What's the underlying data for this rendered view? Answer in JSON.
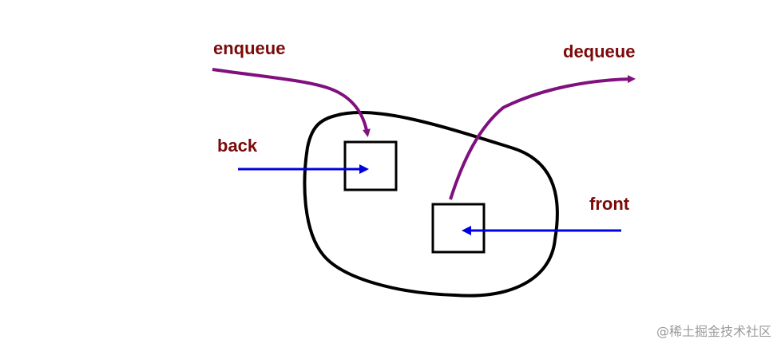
{
  "diagram": {
    "labels": {
      "enqueue": "enqueue",
      "dequeue": "dequeue",
      "back": "back",
      "front": "front"
    },
    "colors": {
      "blob_outline": "#000000",
      "node_outline": "#000000",
      "pointer_arrow": "#0000e0",
      "operation_arrow": "#80107e",
      "label_text": "#7b0a0a"
    }
  },
  "watermark": {
    "text": "@稀土掘金技术社区"
  }
}
